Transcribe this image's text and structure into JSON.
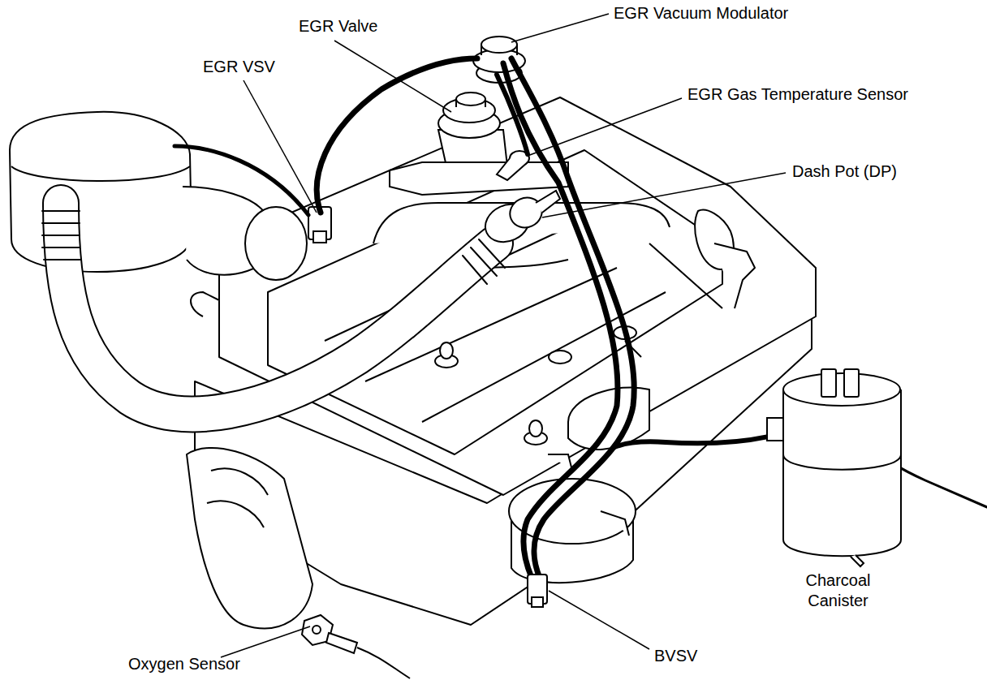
{
  "diagram": {
    "labels": [
      "EGR Vacuum Modulator",
      "EGR Valve",
      "EGR VSV",
      "EGR Gas Temperature Sensor",
      "Dash Pot (DP)",
      "Charcoal Canister",
      "Oxygen Sensor",
      "BVSV"
    ]
  }
}
